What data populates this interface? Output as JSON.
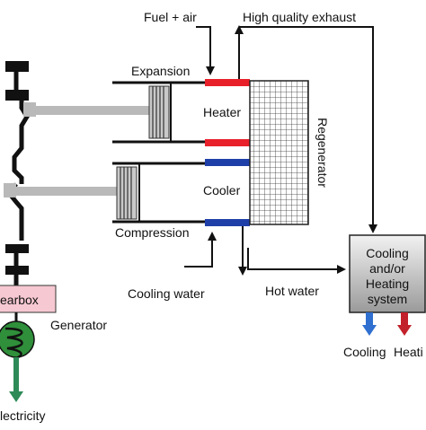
{
  "labels": {
    "fuel_air": "Fuel + air",
    "high_quality_exhaust": "High quality exhaust",
    "expansion": "Expansion",
    "heater": "Heater",
    "regenerator": "Regenerator",
    "cooler": "Cooler",
    "compression": "Compression",
    "cooling_water": "Cooling water",
    "hot_water": "Hot water",
    "cooling_heating_system": [
      "Cooling",
      "and/or",
      "Heating",
      "system"
    ],
    "cooling": "Cooling",
    "heating": "Heati",
    "gearbox": "earbox",
    "generator": "Generator",
    "electricity": "lectricity"
  },
  "colors": {
    "hot": "#e8202a",
    "cold": "#1f3fa8",
    "gearbox_fill": "#f6c8d2",
    "generator_fill": "#2f8f3a",
    "piston_gray": "#b9b9b9",
    "system_box_top": "#f2f2f2",
    "system_box_bottom": "#9a9a9a",
    "cooling_arrow": "#2f6fd0",
    "heating_arrow": "#c2202a",
    "electricity_arrow": "#2e8b57"
  },
  "icons": {
    "generator": "generator-coil-icon",
    "gearbox": "gearbox-box"
  }
}
